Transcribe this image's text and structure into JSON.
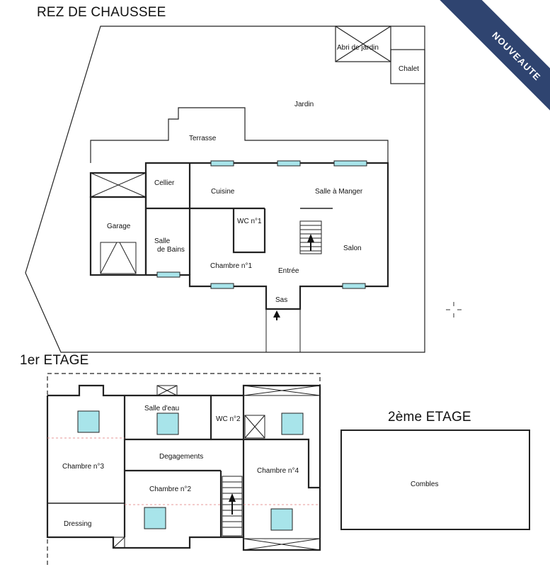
{
  "headings": {
    "ground": "REZ DE CHAUSSEE",
    "first": "1er ETAGE",
    "second": "2ème ETAGE"
  },
  "badge": {
    "text": "NOUVEAUTE",
    "color": "#2f4470"
  },
  "rooms": {
    "abri_de_jardin": "Abri de jardin",
    "chalet": "Chalet",
    "jardin": "Jardin",
    "terrasse": "Terrasse",
    "cellier": "Cellier",
    "cuisine": "Cuisine",
    "salle_a_manger": "Salle à Manger",
    "garage": "Garage",
    "wc1": "WC n°1",
    "salle_de_bains_1": "Salle",
    "salle_de_bains_2": "de Bains",
    "salon": "Salon",
    "chambre1": "Chambre n°1",
    "entree": "Entrée",
    "sas": "Sas",
    "salle_deau": "Salle d'eau",
    "wc2": "WC n°2",
    "degagements": "Degagements",
    "chambre3": "Chambre n°3",
    "chambre4": "Chambre n°4",
    "chambre2": "Chambre n°2",
    "dressing": "Dressing",
    "combles": "Combles"
  },
  "colors": {
    "window": "#a8e4ea",
    "wall": "#222222"
  }
}
